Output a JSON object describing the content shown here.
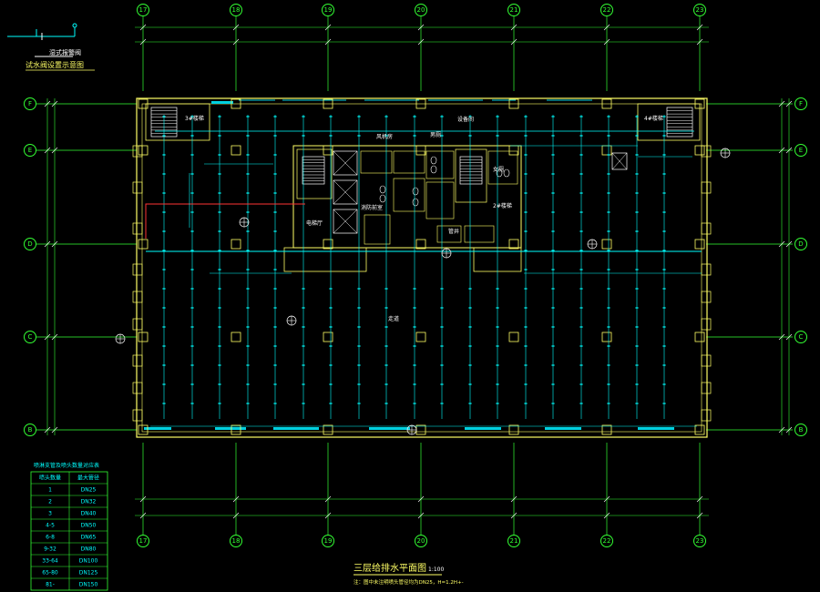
{
  "drawing": {
    "title": "三层给排水平面图",
    "title_scale": "1:100",
    "note": "注：图中未注明喷头管径均为DN25，H=1.2H+-",
    "valve_caption": "湿式报警阀",
    "valve_detail_title": "试水阀设置示意图"
  },
  "axes": {
    "top_bottom": [
      "17",
      "18",
      "19",
      "20",
      "21",
      "22",
      "23"
    ],
    "left": [
      "F",
      "E",
      "D",
      "C",
      "B"
    ],
    "right": [
      "F",
      "E",
      "D",
      "C",
      "B"
    ]
  },
  "rooms": {
    "stair_left": "3#楼梯",
    "stair_right": "4#楼梯",
    "elevator_hall": "电梯厅",
    "fan_room": "风机房",
    "toilet_left": "男厕",
    "toilet_right": "女厕",
    "equipment_room": "设备间",
    "shaft": "管井",
    "fire_room": "消防前室",
    "corridor": "走道",
    "stair_mid": "2#楼梯"
  },
  "legend": {
    "title": "喷淋支管及喷头数量对应表",
    "headers": [
      "喷头数量",
      "最大管径"
    ],
    "rows": [
      [
        "1",
        "DN25"
      ],
      [
        "2",
        "DN32"
      ],
      [
        "3",
        "DN40"
      ],
      [
        "4-5",
        "DN50"
      ],
      [
        "6-8",
        "DN65"
      ],
      [
        "9-32",
        "DN80"
      ],
      [
        "33-64",
        "DN100"
      ],
      [
        "65-80",
        "DN125"
      ],
      [
        "81-",
        "DN150"
      ]
    ]
  },
  "colors": {
    "background": "#000000",
    "walls": "#ffff66",
    "sprinkler": "#00ffff",
    "axis": "#33ff33",
    "fire_main": "#ff3333",
    "text": "#ffffff"
  }
}
